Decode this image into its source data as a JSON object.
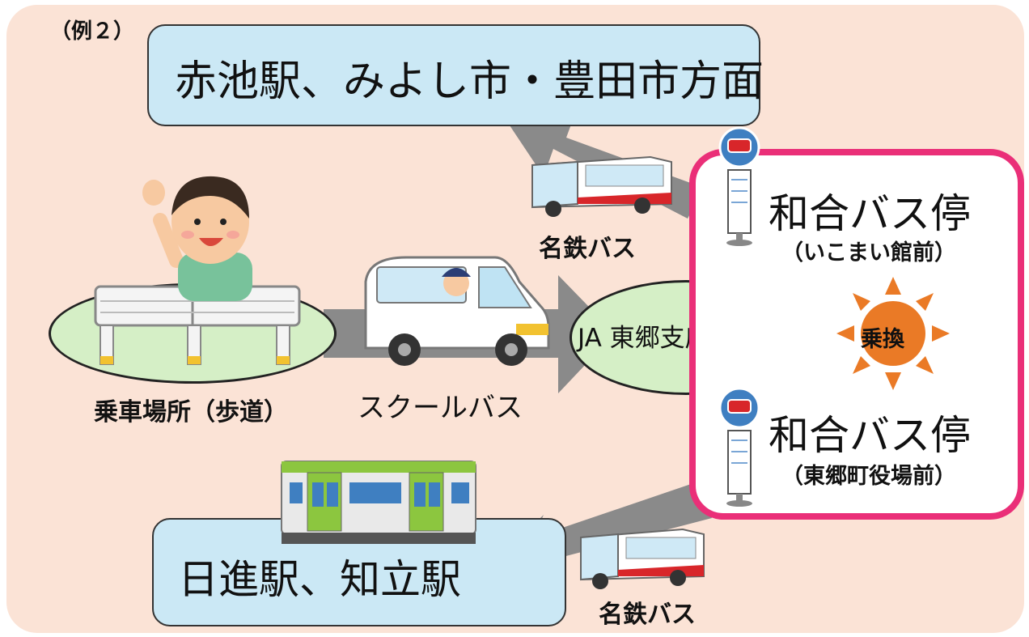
{
  "example_label": "（例２）",
  "destinations": {
    "top": "赤池駅、みよし市・豊田市方面",
    "bottom": "日進駅、知立駅"
  },
  "transfer_stops": [
    {
      "name": "和合バス停",
      "sub": "（いこまい館前）"
    },
    {
      "name": "和合バス停",
      "sub": "（東郷町役場前）"
    }
  ],
  "transfer_badge": "乗換",
  "boarding_place": "乗車場所（歩道）",
  "ja_stop": "JA 東郷支店前",
  "labels": {
    "school_bus": "スクールバス",
    "meitetsu_bus_top": "名鉄バス",
    "meitetsu_bus_bottom": "名鉄バス"
  },
  "colors": {
    "panel": "#fbe3d6",
    "destination_fill": "#cbe8f5",
    "transfer_border": "#ea2f78",
    "ellipse_fill": "#d5efc6",
    "arrow": "#8a8a8a",
    "sun": "#ea7a26",
    "bus_red": "#d8262a",
    "train_green": "#8cc63f"
  }
}
